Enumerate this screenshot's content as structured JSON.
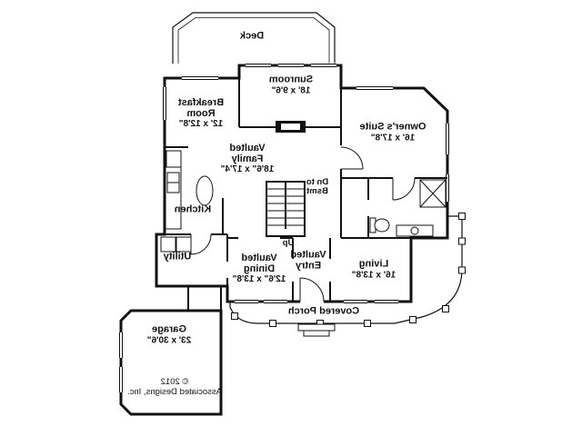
{
  "plan": {
    "colors": {
      "wall": "#111111",
      "background": "#ffffff"
    },
    "labels": {
      "deck": "Deck",
      "sunroom_name": "Sunroom",
      "sunroom_dims": "18' x 9'6\"",
      "breakfast_name1": "Breakfast",
      "breakfast_name2": "Room",
      "breakfast_dims": "12' x 12'8\"",
      "owners_name": "Owner's Suite",
      "owners_dims": "16' x 17'8\"",
      "family_name1": "Vaulted",
      "family_name2": "Family",
      "family_dims": "18'6\" x 17'4\"",
      "dn1": "Dn to",
      "dn2": "Bsmt",
      "kitchen": "Kitchen",
      "utility": "Utility",
      "up": "Up",
      "dining_name1": "Vaulted",
      "dining_name2": "Dining",
      "dining_dims": "12'6\" x 13'8\"",
      "entry_name1": "Vaulted",
      "entry_name2": "Entry",
      "living_name": "Living",
      "living_dims": "16' x 13'8\"",
      "porch": "Covered Porch",
      "garage_name": "Garage",
      "garage_dims": "23' x 30'6\"",
      "copyright1": "© 2012",
      "copyright2": "Associated Designs, Inc."
    }
  }
}
